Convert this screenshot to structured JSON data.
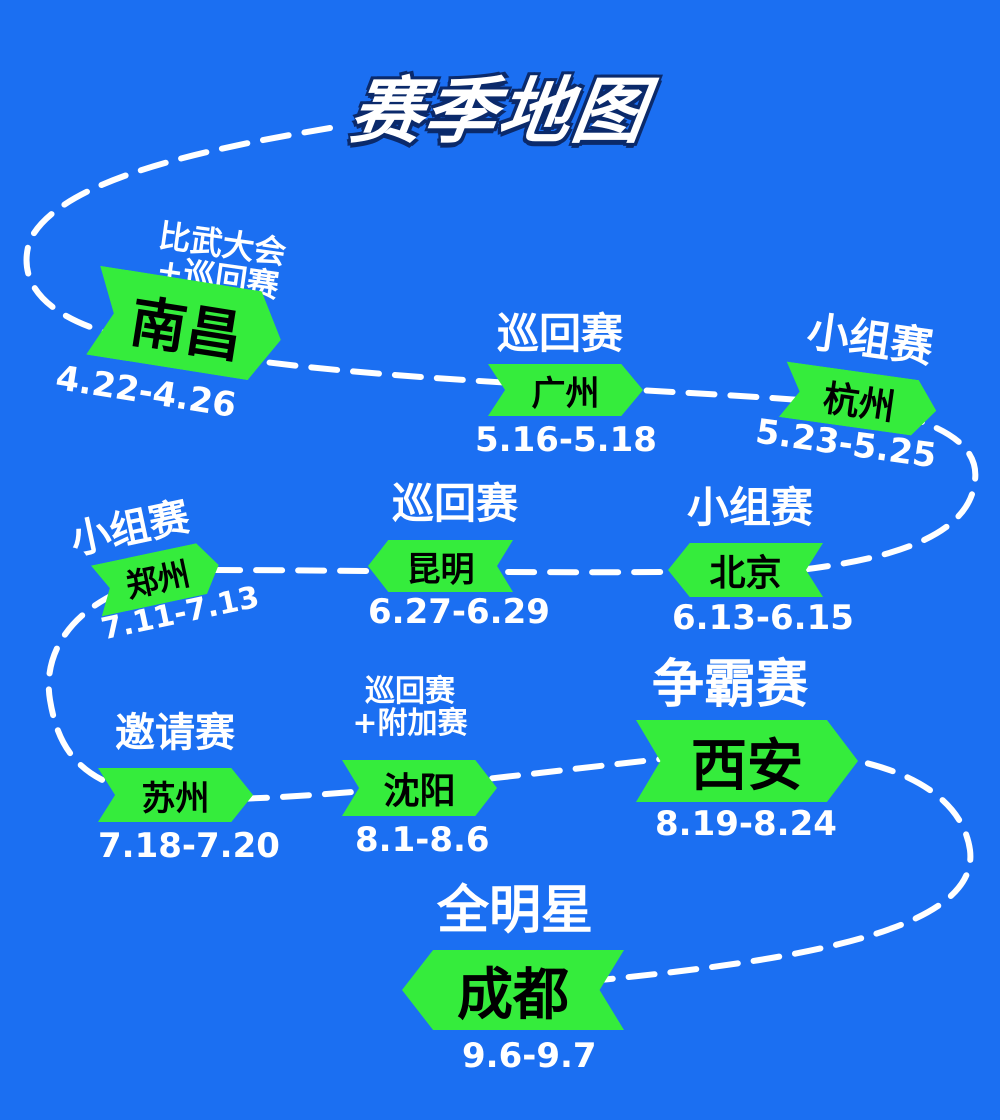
{
  "title": "赛季地图",
  "colors": {
    "background": "#1b6ff2",
    "banner": "#35ec3c",
    "path": "#ffffff"
  },
  "stops": [
    {
      "type": "比武大会\n+巡回赛",
      "city": "南昌",
      "dates": "4.22-4.26"
    },
    {
      "type": "巡回赛",
      "city": "广州",
      "dates": "5.16-5.18"
    },
    {
      "type": "小组赛",
      "city": "杭州",
      "dates": "5.23-5.25"
    },
    {
      "type": "小组赛",
      "city": "北京",
      "dates": "6.13-6.15"
    },
    {
      "type": "巡回赛",
      "city": "昆明",
      "dates": "6.27-6.29"
    },
    {
      "type": "小组赛",
      "city": "郑州",
      "dates": "7.11-7.13"
    },
    {
      "type": "邀请赛",
      "city": "苏州",
      "dates": "7.18-7.20"
    },
    {
      "type": "巡回赛\n+附加赛",
      "city": "沈阳",
      "dates": "8.1-8.6"
    },
    {
      "type": "争霸赛",
      "city": "西安",
      "dates": "8.19-8.24"
    },
    {
      "type": "全明星",
      "city": "成都",
      "dates": "9.6-9.7"
    }
  ]
}
